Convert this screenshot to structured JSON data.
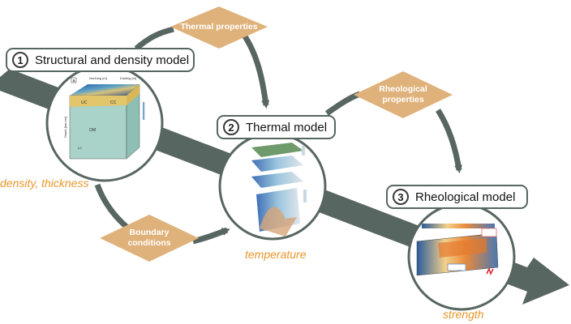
{
  "stages": [
    {
      "number": "1",
      "title": "Structural and density model",
      "output": "density, thickness"
    },
    {
      "number": "2",
      "title": "Thermal model",
      "output": "temperature"
    },
    {
      "number": "3",
      "title": "Rheological model",
      "output": "strength"
    }
  ],
  "diamonds": {
    "thermal": {
      "line1": "Thermal properties"
    },
    "rheological": {
      "line1": "Rheological",
      "line2": "properties"
    },
    "boundary": {
      "line1": "Boundary",
      "line2": "conditions"
    }
  },
  "thumb1": {
    "panel": "a",
    "label_northing": "Northing [m]",
    "label_easting": "Easting [m]",
    "label_depth": "Depth [km-ms]",
    "label_om": "OM",
    "label_uc": "UC",
    "label_lc": "LC",
    "label_cc": "CC"
  },
  "colors": {
    "arrow": "#586661",
    "diamond": "#e0b27b",
    "accent": "#e8962a",
    "circle_fill": "#ffffff",
    "circle_stroke": "#586661"
  }
}
